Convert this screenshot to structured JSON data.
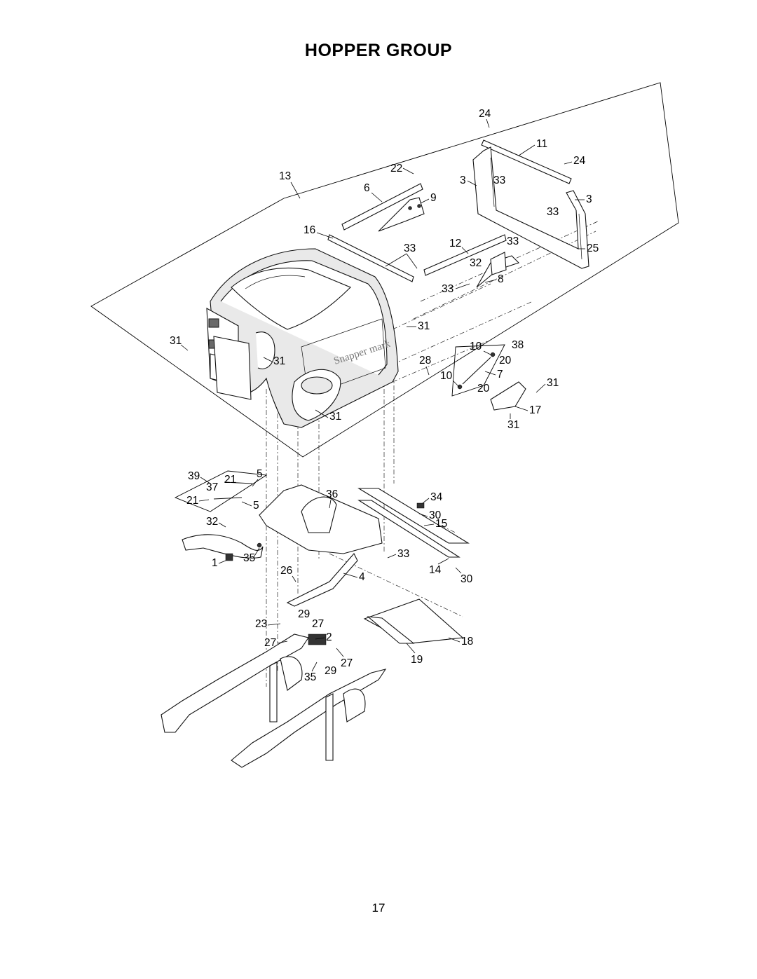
{
  "page": {
    "title": "HOPPER GROUP",
    "page_number": "17"
  },
  "callouts": {
    "c_24a": "24",
    "c_11": "11",
    "c_24b": "24",
    "c_13": "13",
    "c_22": "22",
    "c_3a": "3",
    "c_33a": "33",
    "c_6": "6",
    "c_9": "9",
    "c_3b": "3",
    "c_33b": "33",
    "c_16": "16",
    "c_33c": "33",
    "c_12": "12",
    "c_33d": "33",
    "c_25": "25",
    "c_32a": "32",
    "c_33e": "33",
    "c_8": "8",
    "c_31a": "31",
    "c_31b": "31",
    "c_31c": "31",
    "c_10a": "10",
    "c_38": "38",
    "c_28": "28",
    "c_20a": "20",
    "c_7": "7",
    "c_10b": "10",
    "c_20b": "20",
    "c_31d": "31",
    "c_17": "17",
    "c_31e": "31",
    "c_31f": "31",
    "c_39": "39",
    "c_21a": "21",
    "c_5a": "5",
    "c_37": "37",
    "c_21b": "21",
    "c_5b": "5",
    "c_36": "36",
    "c_34": "34",
    "c_30a": "30",
    "c_32b": "32",
    "c_15": "15",
    "c_1": "1",
    "c_35a": "35",
    "c_33f": "33",
    "c_26": "26",
    "c_4": "4",
    "c_14": "14",
    "c_30b": "30",
    "c_29a": "29",
    "c_23": "23",
    "c_27a": "27",
    "c_2": "2",
    "c_18": "18",
    "c_27b": "27",
    "c_19": "19",
    "c_35b": "35",
    "c_29b": "29",
    "c_27c": "27"
  }
}
